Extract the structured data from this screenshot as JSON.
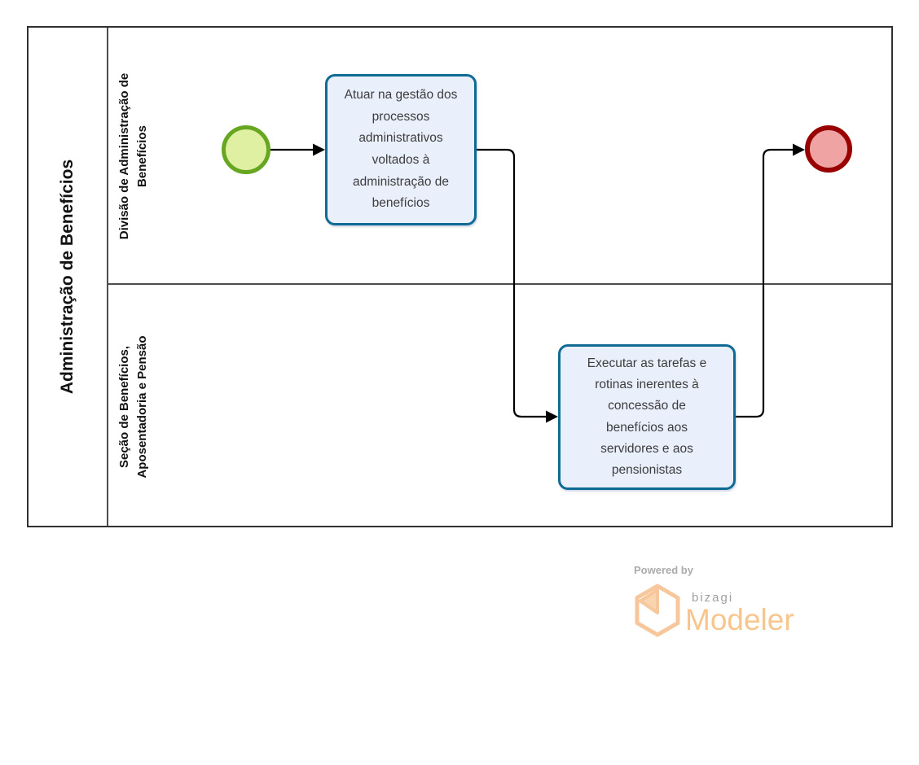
{
  "pool": {
    "title": "Administração de Benefícios"
  },
  "lanes": [
    {
      "name": "Divisão de Administração de Benefícios",
      "line1": "Divisão de Administração de",
      "line2": "Benefícios"
    },
    {
      "name": "Seção de Benefícios, Aposentadoria e Pensão",
      "line1": "Seção de Benefícios,",
      "line2": "Aposentadoria e Pensão"
    }
  ],
  "tasks": [
    {
      "text": "Atuar na gestão dos processos administrativos voltados à administração de benefícios"
    },
    {
      "text": "Executar as tarefas e rotinas inerentes à concessão de benefícios aos servidores e aos pensionistas"
    }
  ],
  "events": {
    "start": "start-event",
    "end": "end-event"
  },
  "colors": {
    "task_border": "#0F6A94",
    "task_fill": "#E9EFFB",
    "start_border": "#66A621",
    "start_fill": "#DFF0A2",
    "end_border": "#990000",
    "end_fill": "#EFA3A3",
    "brand_orange": "#F8C58D"
  },
  "footer": {
    "powered_by": "Powered by",
    "brand": "bizagi",
    "product": "Modeler"
  }
}
